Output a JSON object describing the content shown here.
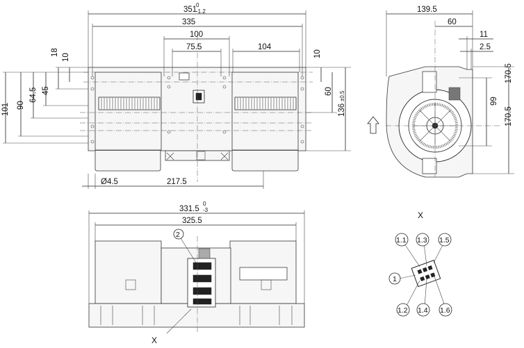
{
  "front_view": {
    "overall_width": "351",
    "overall_width_tol_upper": "0",
    "overall_width_tol_lower": "-1.2",
    "width_335": "335",
    "width_100": "100",
    "width_75_5": "75.5",
    "width_104": "104",
    "h_18": "18",
    "h_10_left": "10",
    "h_10_right": "10",
    "h_101": "101",
    "h_90": "90",
    "h_64_5": "64.5",
    "h_45": "45",
    "h_60": "60",
    "h_136": "136",
    "h_136_tol": "±0.5",
    "hole_dia": "Ø4.5",
    "width_217_5": "217.5"
  },
  "side_view": {
    "depth_139_5": "139.5",
    "d_60": "60",
    "d_11": "11",
    "d_2_5": "2.5",
    "h_99": "99",
    "h_170_5": "170.5",
    "h_170_5_lower": "170.5",
    "airflow_arrow": "arrow-up-icon"
  },
  "top_view": {
    "overall_331_5": "331.5",
    "tol_upper": "0",
    "tol_lower": "-3",
    "width_325_5": "325.5",
    "callout_2": "2",
    "section_label": "X"
  },
  "connector_detail": {
    "title": "X",
    "pins": [
      "1.1",
      "1.3",
      "1.5",
      "1",
      "1.2",
      "1.4",
      "1.6"
    ]
  }
}
